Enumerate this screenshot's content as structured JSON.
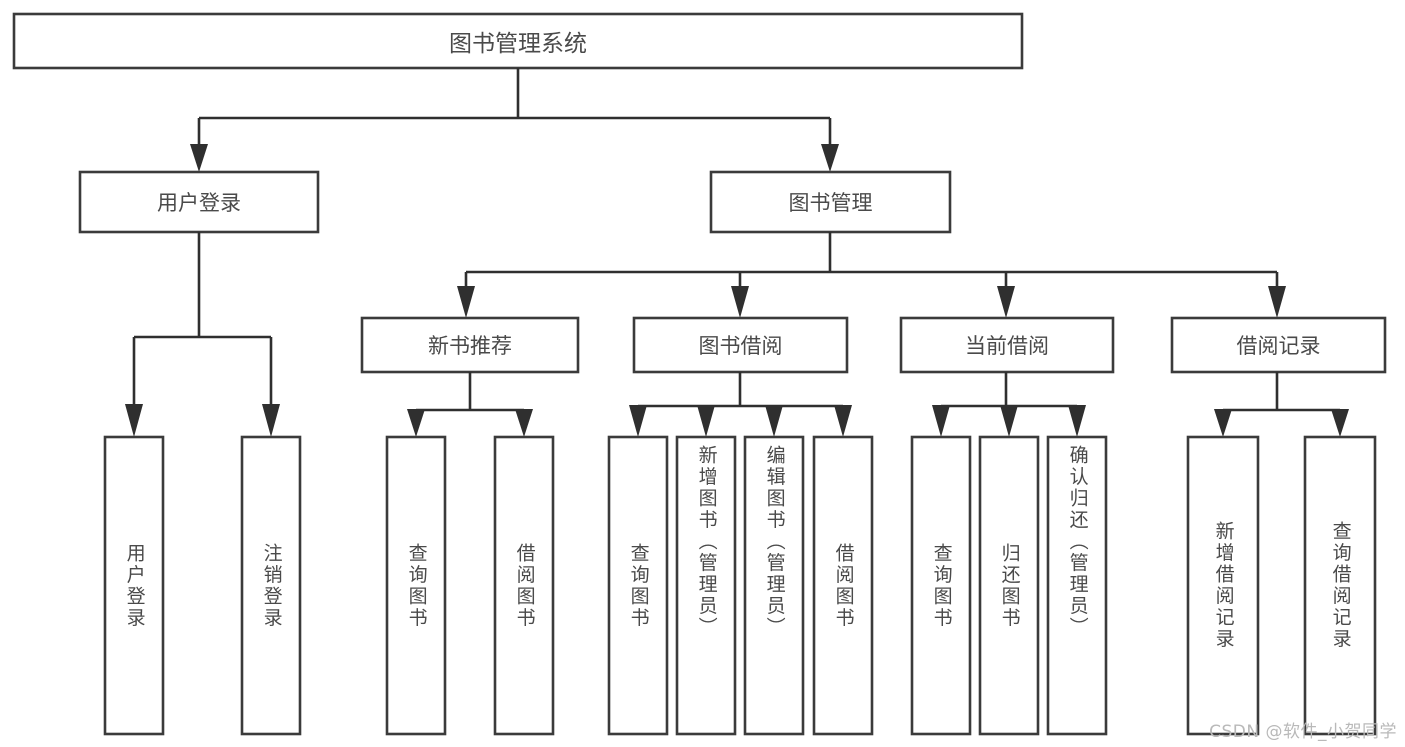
{
  "diagram": {
    "kind": "hierarchy-tree",
    "title_node": {
      "label": "图书管理系统"
    },
    "level2": [
      {
        "id": "user-login",
        "label": "用户登录"
      },
      {
        "id": "book-manage",
        "label": "图书管理"
      }
    ],
    "level3": [
      {
        "id": "new-book-recommend",
        "label": "新书推荐",
        "parent": "book-manage"
      },
      {
        "id": "book-borrow",
        "label": "图书借阅",
        "parent": "book-manage"
      },
      {
        "id": "current-borrow",
        "label": "当前借阅",
        "parent": "book-manage"
      },
      {
        "id": "borrow-record",
        "label": "借阅记录",
        "parent": "book-manage"
      }
    ],
    "leaves": {
      "user-login": [
        {
          "id": "leaf-user-login",
          "label": "用户登录"
        },
        {
          "id": "leaf-logout-login",
          "label": "注销登录"
        }
      ],
      "new-book-recommend": [
        {
          "id": "leaf-query-book-1",
          "label": "查询图书"
        },
        {
          "id": "leaf-borrow-book-1",
          "label": "借阅图书"
        }
      ],
      "book-borrow": [
        {
          "id": "leaf-query-book-2",
          "label": "查询图书"
        },
        {
          "id": "leaf-add-book",
          "label": "新增图书（管理员）"
        },
        {
          "id": "leaf-edit-book",
          "label": "编辑图书（管理员）"
        },
        {
          "id": "leaf-borrow-book-2",
          "label": "借阅图书"
        }
      ],
      "current-borrow": [
        {
          "id": "leaf-query-book-3",
          "label": "查询图书"
        },
        {
          "id": "leaf-return-book",
          "label": "归还图书"
        },
        {
          "id": "leaf-confirm-return",
          "label": "确认归还（管理员）"
        }
      ],
      "borrow-record": [
        {
          "id": "leaf-add-record",
          "label": "新增借阅记录"
        },
        {
          "id": "leaf-query-record",
          "label": "查询借阅记录"
        }
      ]
    },
    "colors": {
      "box_stroke": "#3b3b3b",
      "connector": "#2f2f2f",
      "text": "#4a4a4a",
      "background": "#ffffff",
      "watermark": "#b9b9b9"
    }
  },
  "watermark": {
    "text": "CSDN @软件_小贺同学"
  }
}
